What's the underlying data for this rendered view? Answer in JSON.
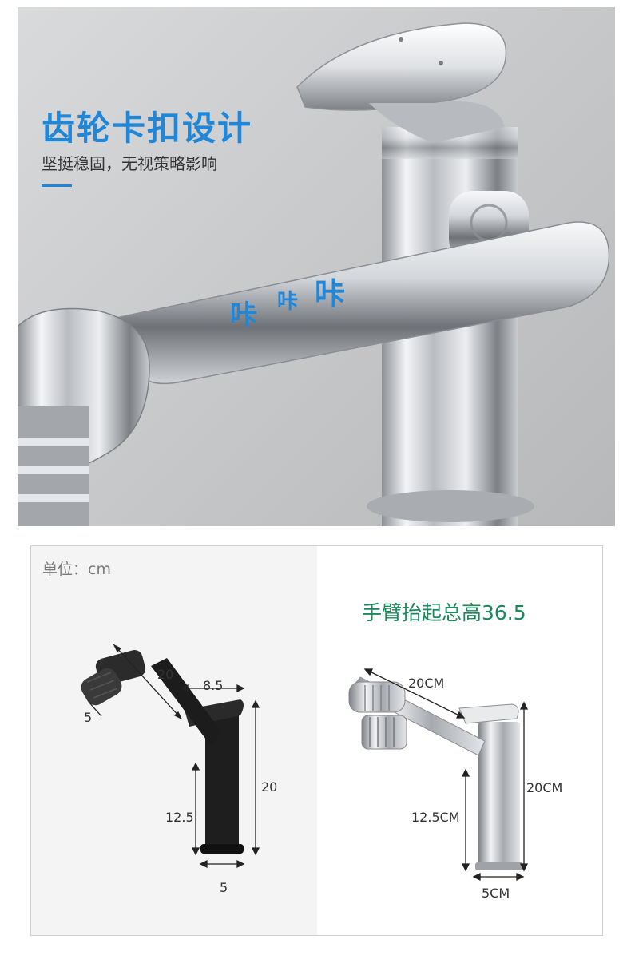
{
  "hero": {
    "title": "齿轮卡扣设计",
    "subtitle": "坚挺稳固，无视策略影响",
    "click_sounds": [
      "咔",
      "咔",
      "咔"
    ]
  },
  "dimensions": {
    "unit_label": "单位：cm",
    "raised_height": "手臂抬起总高36.5",
    "black_faucet": {
      "arm_length": "20",
      "spout_width": "5",
      "head_length": "8.5",
      "total_height": "20",
      "body_height": "12.5",
      "base_diameter": "5"
    },
    "chrome_faucet": {
      "arm_length": "20CM",
      "total_height": "20CM",
      "body_height": "12.5CM",
      "base_diameter": "5CM"
    }
  },
  "colors": {
    "accent_blue": "#1f86d8",
    "accent_green": "#1a8a5a"
  }
}
